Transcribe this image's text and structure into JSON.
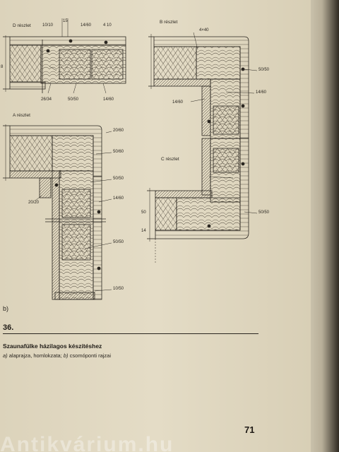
{
  "labels": {
    "d_title": "D részlet",
    "d_1010": "10/10",
    "d_15": "15",
    "d_1460_top": "14/60",
    "d_410": "4 10",
    "d_2634": "26/34",
    "d_5050": "50/50",
    "d_1460_bot": "14/60",
    "b_title": "B részlet",
    "b_440": "4×40",
    "b_5050": "50/50",
    "b_1460_r": "14/60",
    "b_1460_l": "14/60",
    "a_title": "A részlet",
    "a_2060": "20/60",
    "a_5060": "50/60",
    "a_5050_1": "50/50",
    "a_1460": "14/60",
    "a_2020": "20/20",
    "a_5050_2": "50/50",
    "a_1050": "10/50",
    "c_title": "C részlet",
    "c_5050": "50/50",
    "dim_8": "8",
    "dim_50": "50",
    "dim_14": "14"
  },
  "figure": {
    "sub_label": "b)",
    "number": "36.",
    "caption_title": "Szaunafülke házilagos készítéshez",
    "caption_a_prefix": "a)",
    "caption_a_text": " alaprajza, homlokzata; ",
    "caption_b_prefix": "b)",
    "caption_b_text": " csomóponti rajzai"
  },
  "page_number": "71",
  "watermark": "Antikvárium.hu"
}
